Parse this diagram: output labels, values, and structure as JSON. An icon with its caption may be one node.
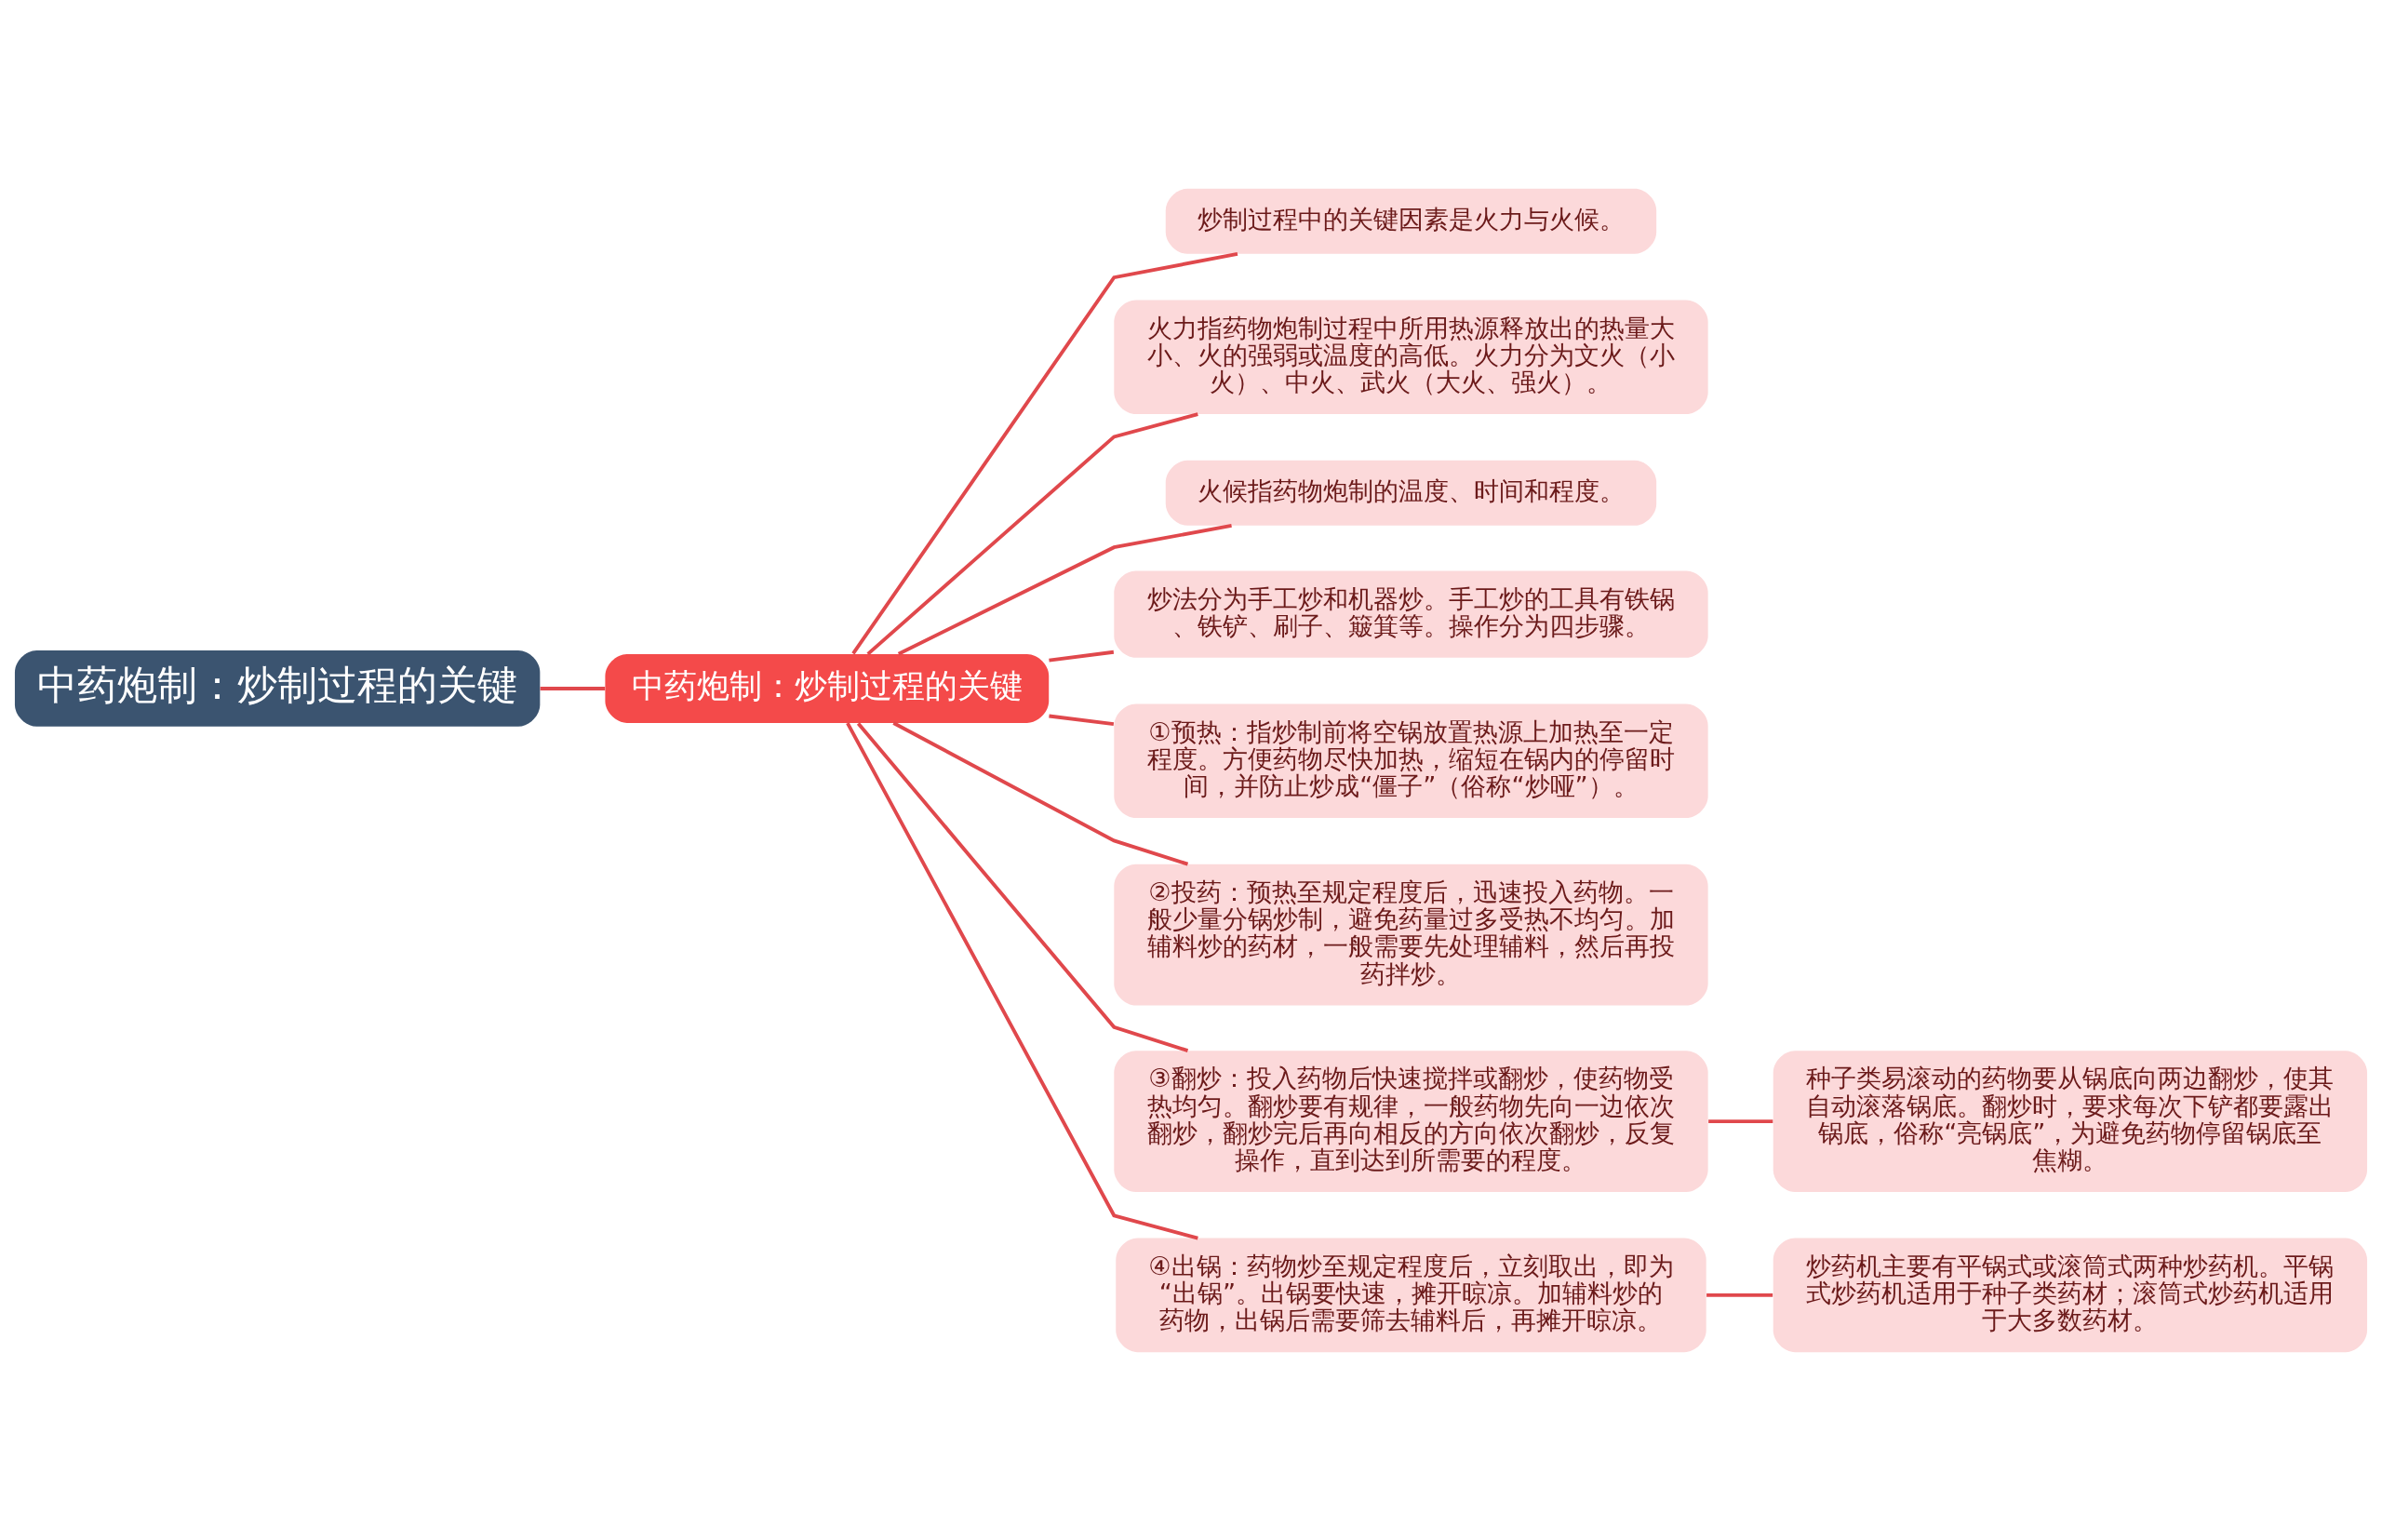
{
  "diagram": {
    "nodes": [
      {
        "text": [
          "中药炮制：炒制过程的关键"
        ]
      },
      {
        "text": [
          "中药炮制：炒制过程的关键"
        ]
      },
      {
        "text": [
          "炒制过程中的关键因素是火力与火候。"
        ]
      },
      {
        "text": [
          "火力指药物炮制过程中所用热源释放出的热量大小、火的强弱或温度的高低。火力分为文火（小火）、中火、武火（大火、强火）。"
        ]
      },
      {
        "text": [
          "火候指药物炮制的温度、时间和程度。"
        ]
      },
      {
        "text": [
          "炒法分为手工炒和机器炒。手工炒的工具有铁锅、铁铲、刷子、簸箕等。操作分为四步骤。"
        ]
      },
      {
        "text": [
          "①预热：指炒制前将空锅放置热源上加热至一定程度。方便药物尽快加热，缩短在锅内的停留时间，并防止炒成“僵子”（俗称“炒哑”）。"
        ]
      },
      {
        "text": [
          "②投药：预热至规定程度后，迅速投入药物。一般少量分锅炒制，避免药量过多受热不均匀。加辅料炒的药材，一般需要先处理辅料，然后再投药拌炒。"
        ]
      },
      {
        "text": [
          "③翻炒：投入药物后快速搅拌或翻炒，使药物受热均匀。翻炒要有规律，一般药物先向一边依次翻炒，翻炒完后再向相反的方向依次翻炒，反复操作，直到达到所需要的程度。"
        ]
      },
      {
        "text": [
          "④出锅：药物炒至规定程度后，立刻取出，即为“出锅”。出锅要快速，摊开晾凉。加辅料炒的药物，出锅后需要筛去辅料后，再摊开晾凉。"
        ]
      },
      {
        "text": [
          "种子类易滚动的药物要从锅底向两边翻炒，使其自动滚落锅底。翻炒时，要求每次下铲都要露出锅底，俗称“亮锅底”，为避免药物停留锅底至焦糊。"
        ]
      },
      {
        "text": [
          "炒药机主要有平锅式或滚筒式两种炒药机。平锅式炒药机适用于种子类药材；滚筒式炒药机适用于大多数药材。"
        ]
      }
    ],
    "edges": [
      {
        "from": 0,
        "to": 1,
        "arrow": "none"
      },
      {
        "from": 1,
        "to": 2,
        "arrow": "none"
      },
      {
        "from": 1,
        "to": 3,
        "arrow": "none"
      },
      {
        "from": 1,
        "to": 4,
        "arrow": "none"
      },
      {
        "from": 1,
        "to": 5,
        "arrow": "none"
      },
      {
        "from": 1,
        "to": 6,
        "arrow": "none"
      },
      {
        "from": 1,
        "to": 7,
        "arrow": "none"
      },
      {
        "from": 1,
        "to": 8,
        "arrow": "none"
      },
      {
        "from": 1,
        "to": 9,
        "arrow": "none"
      },
      {
        "from": 8,
        "to": 10,
        "arrow": "none"
      },
      {
        "from": 9,
        "to": 11,
        "arrow": "none"
      }
    ]
  }
}
